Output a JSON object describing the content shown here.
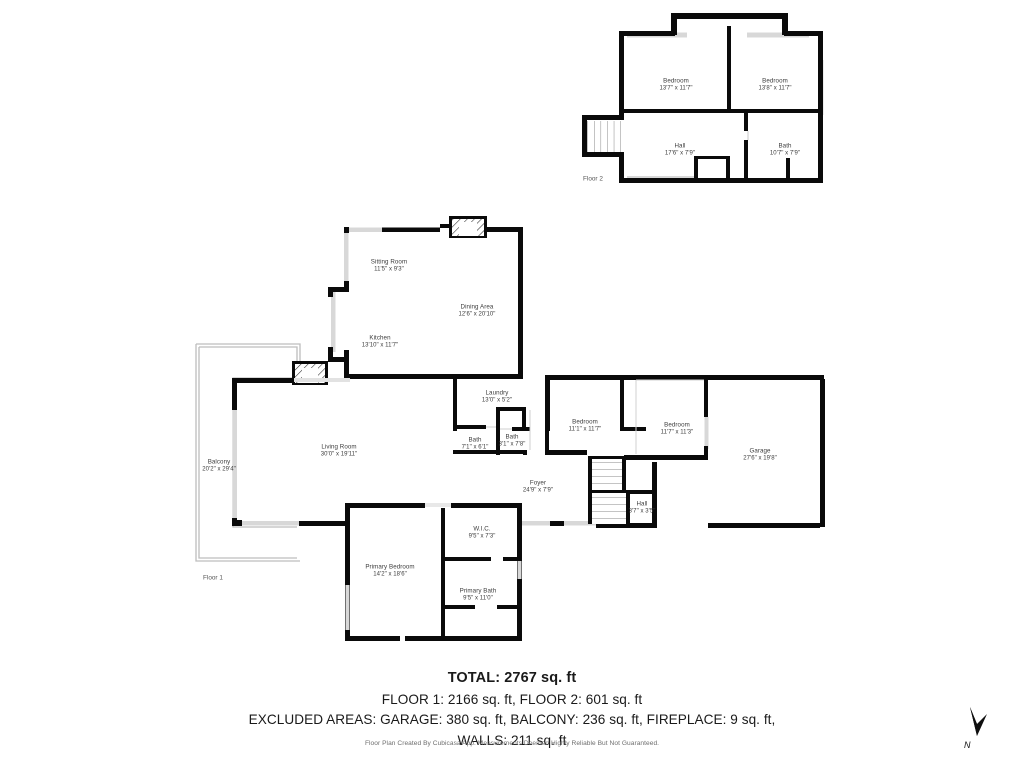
{
  "document": {
    "type": "real-estate-floor-plan",
    "compass_label": "N"
  },
  "floors": [
    {
      "id": "floor-2",
      "tag": "Floor 2",
      "rooms": [
        {
          "name": "Bedroom",
          "dim": "13'7\" x 11'7\""
        },
        {
          "name": "Bedroom",
          "dim": "13'8\" x 11'7\""
        },
        {
          "name": "Hall",
          "dim": "17'6\" x 7'9\""
        },
        {
          "name": "Bath",
          "dim": "10'7\" x 7'9\""
        }
      ]
    },
    {
      "id": "floor-1",
      "tag": "Floor 1",
      "rooms": [
        {
          "name": "Sitting Room",
          "dim": "11'5\" x 9'3\""
        },
        {
          "name": "Dining Area",
          "dim": "12'6\" x 20'10\""
        },
        {
          "name": "Kitchen",
          "dim": "13'10\" x 11'7\""
        },
        {
          "name": "Laundry",
          "dim": "13'0\" x 5'2\""
        },
        {
          "name": "Bath",
          "dim": "7'1\" x 6'1\""
        },
        {
          "name": "Bath",
          "dim": "3'1\" x 7'8\""
        },
        {
          "name": "Bedroom",
          "dim": "11'1\" x 11'7\""
        },
        {
          "name": "Bedroom",
          "dim": "11'7\" x 11'3\""
        },
        {
          "name": "Garage",
          "dim": "27'6\" x 19'8\""
        },
        {
          "name": "Living Room",
          "dim": "30'0\" x 19'11\""
        },
        {
          "name": "Balcony",
          "dim": "20'2\" x 29'4\""
        },
        {
          "name": "Foyer",
          "dim": "24'9\" x 7'9\""
        },
        {
          "name": "Hall",
          "dim": "3'7\" x 3'5\""
        },
        {
          "name": "W.I.C.",
          "dim": "9'5\" x 7'3\""
        },
        {
          "name": "Primary Bedroom",
          "dim": "14'2\" x 18'6\""
        },
        {
          "name": "Primary Bath",
          "dim": "9'5\" x 11'0\""
        }
      ]
    }
  ],
  "summary": {
    "total": "TOTAL: 2767 sq. ft",
    "floors_line": "FLOOR 1: 2166 sq. ft, FLOOR 2: 601 sq. ft",
    "excluded_line": "EXCLUDED AREAS: GARAGE: 380 sq. ft, BALCONY: 236 sq. ft, FIREPLACE: 9 sq. ft,",
    "walls_line": "WALLS: 211 sq. ft"
  },
  "attribution": "Floor Plan Created By Cubicasa App. Measurements Deemed Highly Reliable But Not Guaranteed.",
  "colors": {
    "wall": "#0a0a0a",
    "thin_wall": "#b8b8b8",
    "window": "#d6d6d6",
    "background": "#ffffff",
    "label_text": "#3c3c3c",
    "summary_text": "#1a1a1a",
    "attribution_text": "#6e6e6e"
  }
}
